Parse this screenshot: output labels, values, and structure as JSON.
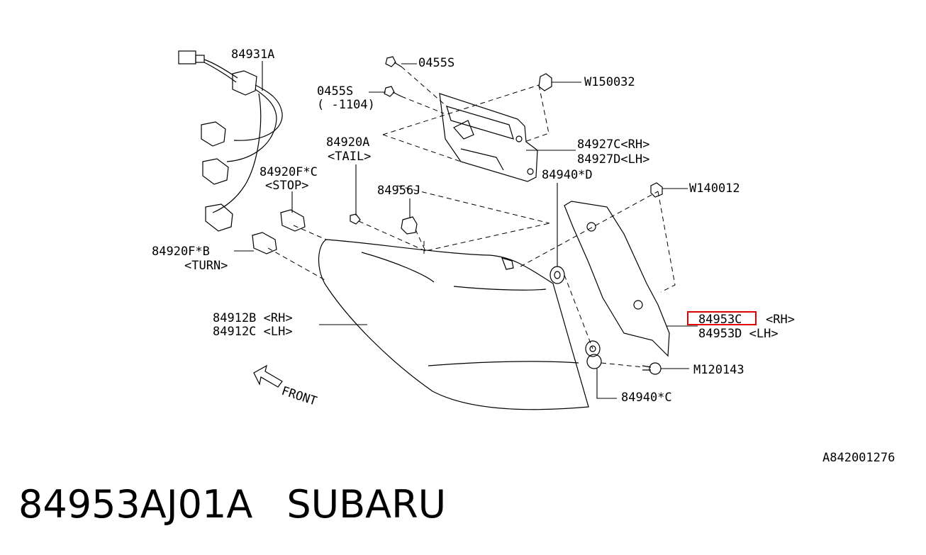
{
  "caption": {
    "part_number": "84953AJ01A",
    "brand": "SUBARU"
  },
  "diagram_ref": "A842001276",
  "highlight_color": "#e00000",
  "callouts": {
    "c84931A": "84931A",
    "c0455S_top": "0455S",
    "c0455S_mid": "0455S",
    "c1104": "( -1104)",
    "cW150032": "W150032",
    "c84927C": "84927C<RH>",
    "c84927D": "84927D<LH>",
    "c84920A": "84920A",
    "cTAIL": "<TAIL>",
    "c84920FC": "84920F*C",
    "cSTOP": "<STOP>",
    "c84956J": "84956J",
    "c84940D": "84940*D",
    "cW140012": "W140012",
    "c84920FB": "84920F*B",
    "cTURN": "<TURN>",
    "c84912B": "84912B <RH>",
    "c84912C": "84912C <LH>",
    "c84953C_num": "84953C",
    "c84953C_side": "<RH>",
    "c84953D": "84953D <LH>",
    "cM120143": "M120143",
    "c84940C": "84940*C",
    "cFRONT": "FRONT"
  }
}
